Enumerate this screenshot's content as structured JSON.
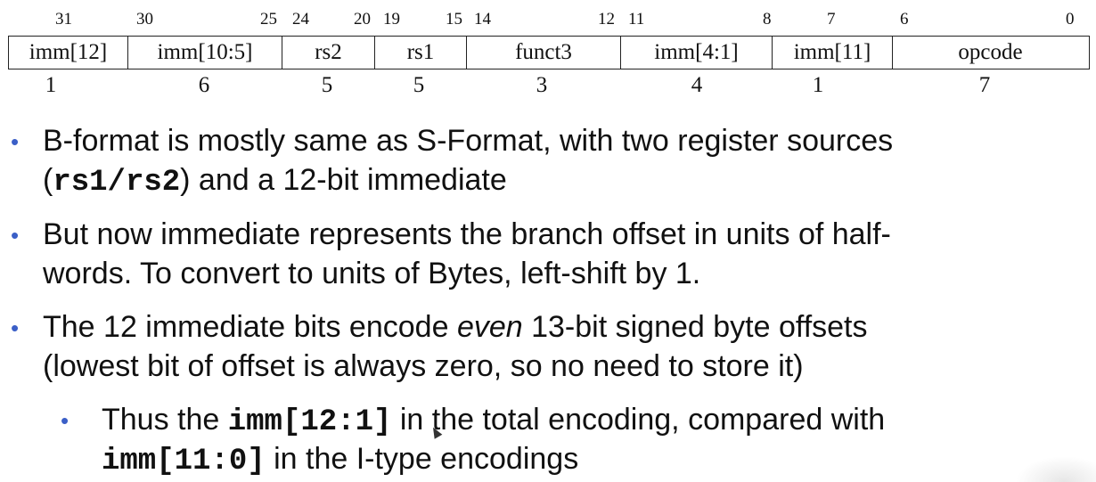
{
  "format": {
    "bit_labels": [
      "31",
      "30",
      "25",
      "24",
      "20",
      "19",
      "15",
      "14",
      "12",
      "11",
      "8",
      "7",
      "6",
      "0"
    ],
    "fields": [
      {
        "name": "imm[12]",
        "width": "1"
      },
      {
        "name": "imm[10:5]",
        "width": "6"
      },
      {
        "name": "rs2",
        "width": "5"
      },
      {
        "name": "rs1",
        "width": "5"
      },
      {
        "name": "funct3",
        "width": "3"
      },
      {
        "name": "imm[4:1]",
        "width": "4"
      },
      {
        "name": "imm[11]",
        "width": "1"
      },
      {
        "name": "opcode",
        "width": "7"
      }
    ]
  },
  "bullets": [
    {
      "line1": "B-format is mostly same as S-Format, with two register sources",
      "line2_open": "(",
      "line2_code": "rs1/rs2",
      "line2_rest": ") and a 12-bit immediate"
    },
    {
      "line1": "But now immediate represents the branch offset in units of half-",
      "line2": "words.  To convert to units of Bytes, left-shift by 1."
    },
    {
      "line1_pre": "The 12 immediate bits encode ",
      "line1_em": "even",
      "line1_post": " 13-bit signed byte offsets",
      "line2": "(lowest bit of offset is always zero, so no need to store it)"
    }
  ],
  "sub_bullet": {
    "line1_pre": "Thus the ",
    "line1_code": "imm[12:1]",
    "line1_post": " in the total encoding, compared with",
    "line2_code": "imm[11:0]",
    "line2_post": " in the I-type encodings"
  },
  "colors": {
    "bullet_dot": "#3b5fc7",
    "text": "#111111"
  }
}
